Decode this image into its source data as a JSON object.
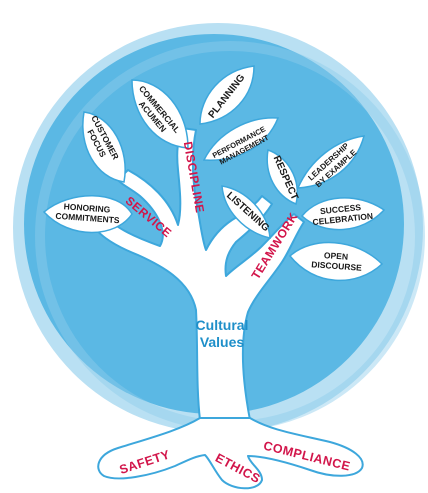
{
  "center": {
    "line1": "Cultural",
    "line2": "Values"
  },
  "branches": {
    "service": "SERVICE",
    "discipline": "DISCIPLINE",
    "teamwork": "TEAMWORK"
  },
  "roots": {
    "safety": "SAFETY",
    "ethics": "ETHICS",
    "compliance": "COMPLIANCE"
  },
  "leaves": {
    "honoring_commitments": [
      "HONORING",
      "COMMITMENTS"
    ],
    "customer_focus": [
      "CUSTOMER",
      "FOCUS"
    ],
    "commercial_acumen": [
      "COMMERCIAL",
      "ACUMEN"
    ],
    "planning": [
      "PLANNING"
    ],
    "performance_management": [
      "PERFORMANCE",
      "MANAGEMENT"
    ],
    "respect": [
      "RESPECT"
    ],
    "listening": [
      "LISTENING"
    ],
    "leadership_by_example": [
      "LEADERSHIP",
      "BY EXAMPLE"
    ],
    "success_celebration": [
      "SUCCESS",
      "CELEBRATION"
    ],
    "open_discourse": [
      "OPEN",
      "DISCOURSE"
    ]
  },
  "colors": {
    "circle_fill": "#5bb8e4",
    "circle_ring": "#a9d8f0",
    "tree_outline": "#3da7dc",
    "tree_fill": "#ffffff",
    "accent_text": "#d2154a",
    "center_text": "#1e8fc9"
  }
}
